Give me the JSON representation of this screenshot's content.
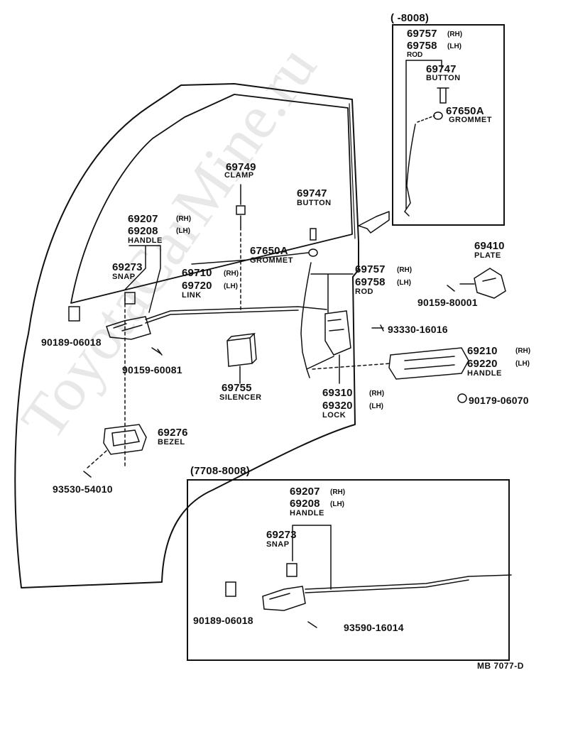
{
  "watermark": "ToyotaCarMine.ru",
  "inset_top": {
    "title": "(      -8008)",
    "rod_pn_rh": "69757",
    "rod_pn_rh_side": "(RH)",
    "rod_pn_lh": "69758",
    "rod_pn_lh_side": "(LH)",
    "rod_name": "ROD",
    "button_pn": "69747",
    "button_name": "BUTTON",
    "grommet_pn": "67650A",
    "grommet_name": "GROMMET"
  },
  "main": {
    "clamp_pn": "69749",
    "clamp_name": "CLAMP",
    "button_pn": "69747",
    "button_name": "BUTTON",
    "handle_pn_rh": "69207",
    "handle_rh_side": "(RH)",
    "handle_pn_lh": "69208",
    "handle_lh_side": "(LH)",
    "handle_name": "HANDLE",
    "grommet_pn": "67650A",
    "grommet_name": "GROMMET",
    "snap_pn": "69273",
    "snap_name": "SNAP",
    "link_pn_rh": "69710",
    "link_rh_side": "(RH)",
    "link_pn_lh": "69720",
    "link_lh_side": "(LH)",
    "link_name": "LINK",
    "rod_pn_rh": "69757",
    "rod_rh_side": "(RH)",
    "rod_pn_lh": "69758",
    "rod_lh_side": "(LH)",
    "rod_name": "ROD",
    "plate_pn": "69410",
    "plate_name": "PLATE",
    "bolt_plate": "90159-80001",
    "clip_left": "90189-06018",
    "screw_93330": "93330-16016",
    "screw_60081": "90159-60081",
    "outer_handle_pn_rh": "69210",
    "outer_handle_rh_side": "(RH)",
    "outer_handle_pn_lh": "69220",
    "outer_handle_lh_side": "(LH)",
    "outer_handle_name": "HANDLE",
    "silencer_pn": "69755",
    "silencer_name": "SILENCER",
    "lock_pn_rh": "69310",
    "lock_rh_side": "(RH)",
    "lock_pn_lh": "69320",
    "lock_lh_side": "(LH)",
    "lock_name": "LOCK",
    "nut_90179": "90179-06070",
    "bezel_pn": "69276",
    "bezel_name": "BEZEL",
    "screw_93530": "93530-54010"
  },
  "inset_bottom": {
    "title": "(7708-8008)",
    "handle_pn_rh": "69207",
    "handle_rh_side": "(RH)",
    "handle_pn_lh": "69208",
    "handle_lh_side": "(LH)",
    "handle_name": "HANDLE",
    "snap_pn": "69273",
    "snap_name": "SNAP",
    "clip": "90189-06018",
    "screw": "93590-16014"
  },
  "footer": {
    "code": "MB 7077-D"
  }
}
